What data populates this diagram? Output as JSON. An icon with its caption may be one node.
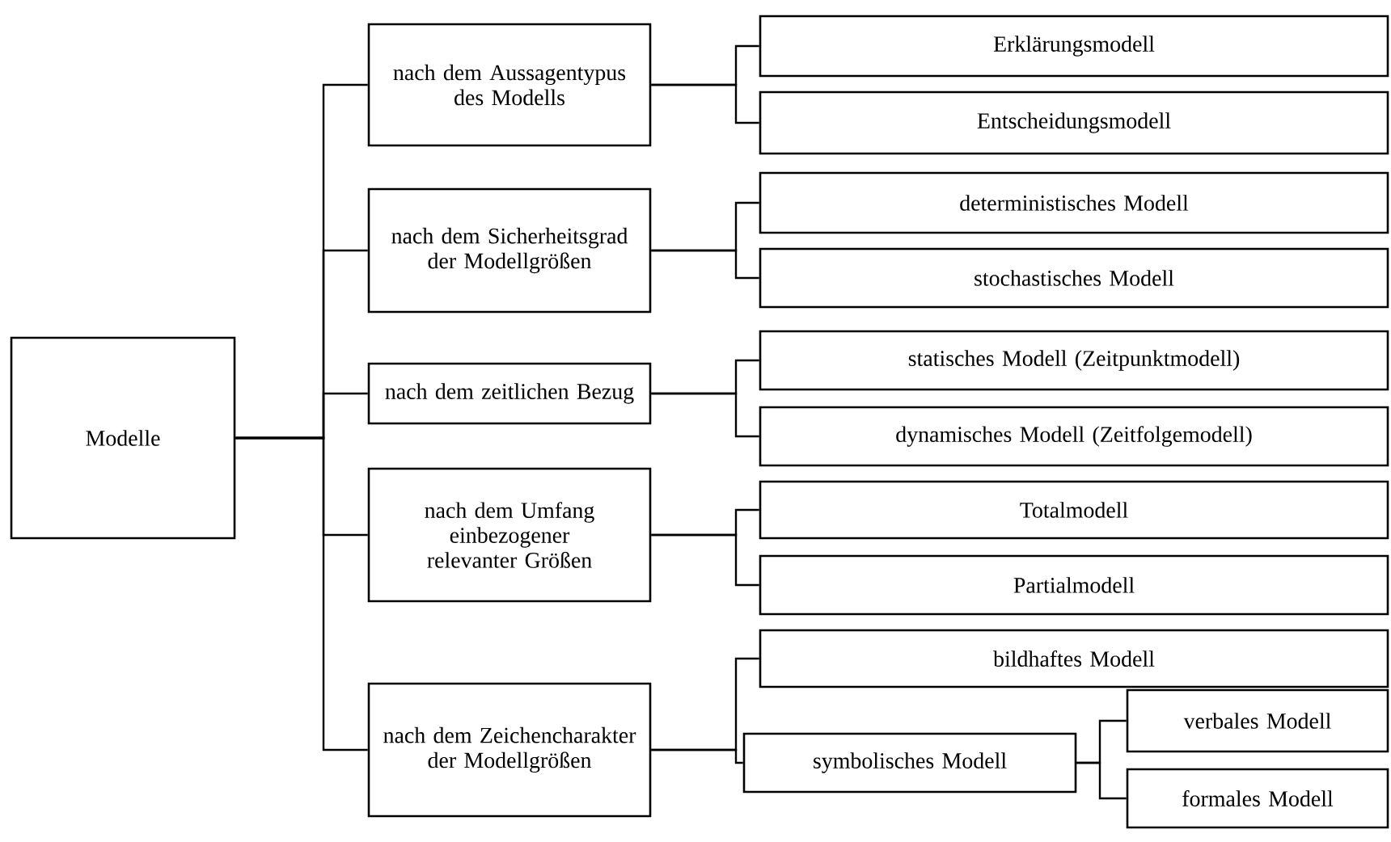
{
  "diagram": {
    "nodes": [
      {
        "text": [
          "Modelle"
        ]
      },
      {
        "text": [
          "nach dem Aussagentypus des Modells"
        ]
      },
      {
        "text": [
          "Erklärungsmodell"
        ]
      },
      {
        "text": [
          "Entscheidungsmodell"
        ]
      },
      {
        "text": [
          "nach dem Sicherheitsgrad der Modellgrößen"
        ]
      },
      {
        "text": [
          "deterministisches Modell"
        ]
      },
      {
        "text": [
          "stochastisches Modell"
        ]
      },
      {
        "text": [
          "nach dem zeitlichen Bezug"
        ]
      },
      {
        "text": [
          "statisches Modell (Zeitpunktmodell)"
        ]
      },
      {
        "text": [
          "dynamisches Modell (Zeitfolgemodell)"
        ]
      },
      {
        "text": [
          "nach dem Umfang einbezogener relevanter Größen"
        ]
      },
      {
        "text": [
          "Totalmodell"
        ]
      },
      {
        "text": [
          "Partialmodell"
        ]
      },
      {
        "text": [
          "nach dem Zeichencharakter der Modellgrößen"
        ]
      },
      {
        "text": [
          "bildhaftes Modell"
        ]
      },
      {
        "text": [
          "symbolisches Modell"
        ]
      },
      {
        "text": [
          "verbales Modell"
        ]
      },
      {
        "text": [
          "formales Modell"
        ]
      }
    ],
    "edges": [
      {
        "from": 0,
        "to": 1,
        "arrow": "none"
      },
      {
        "from": 0,
        "to": 4,
        "arrow": "none"
      },
      {
        "from": 0,
        "to": 7,
        "arrow": "none"
      },
      {
        "from": 0,
        "to": 10,
        "arrow": "none"
      },
      {
        "from": 0,
        "to": 13,
        "arrow": "none"
      },
      {
        "from": 1,
        "to": 2,
        "arrow": "none"
      },
      {
        "from": 1,
        "to": 3,
        "arrow": "none"
      },
      {
        "from": 4,
        "to": 5,
        "arrow": "none"
      },
      {
        "from": 4,
        "to": 6,
        "arrow": "none"
      },
      {
        "from": 7,
        "to": 8,
        "arrow": "none"
      },
      {
        "from": 7,
        "to": 9,
        "arrow": "none"
      },
      {
        "from": 10,
        "to": 11,
        "arrow": "none"
      },
      {
        "from": 10,
        "to": 12,
        "arrow": "none"
      },
      {
        "from": 13,
        "to": 14,
        "arrow": "none"
      },
      {
        "from": 13,
        "to": 15,
        "arrow": "none"
      },
      {
        "from": 15,
        "to": 16,
        "arrow": "none"
      },
      {
        "from": 15,
        "to": 17,
        "arrow": "none"
      }
    ]
  }
}
